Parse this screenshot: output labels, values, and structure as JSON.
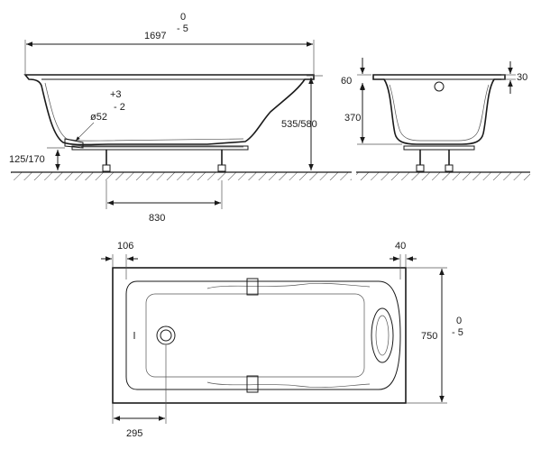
{
  "side_view": {
    "length_value": "1697",
    "length_tol_upper": "0",
    "length_tol_lower": "- 5",
    "drain_tol_upper": "+3",
    "drain_diameter": "ø52",
    "drain_tol_lower": "- 2",
    "height_total": "535/580",
    "foot_height": "125/170",
    "foot_spacing": "830"
  },
  "end_view": {
    "rim_top": "60",
    "rim_width": "30",
    "depth": "370"
  },
  "top_view": {
    "left_offset": "106",
    "right_offset": "40",
    "width_value": "750",
    "width_tol_upper": "0",
    "width_tol_lower": "- 5",
    "drain_offset": "295"
  }
}
